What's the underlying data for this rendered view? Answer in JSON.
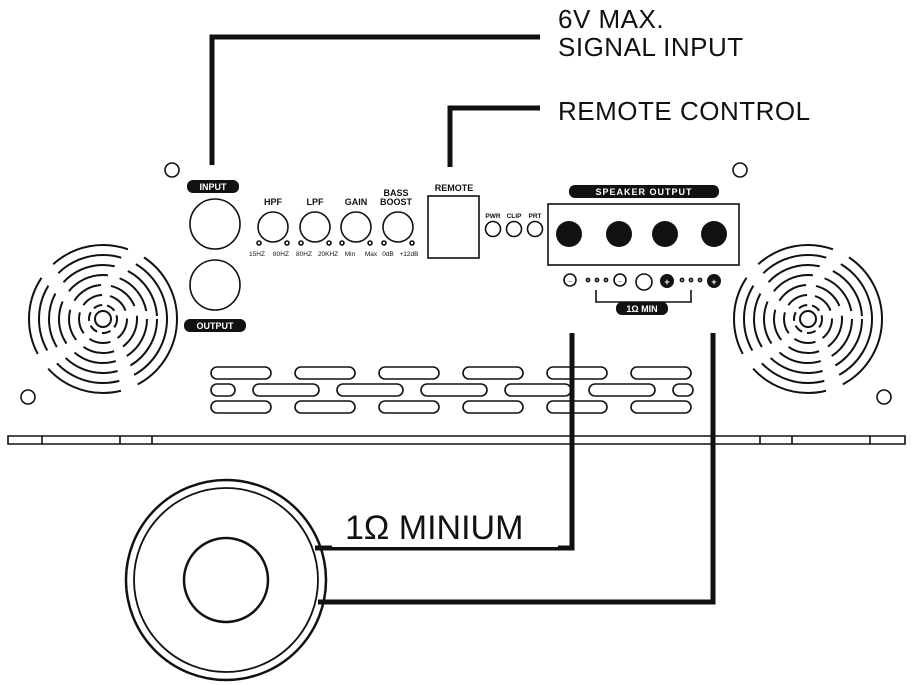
{
  "callouts": {
    "signal_input_line1": "6V MAX.",
    "signal_input_line2": "SIGNAL INPUT",
    "remote_control": "REMOTE CONTROL",
    "speaker_minimum": "1Ω MINIUM"
  },
  "panel": {
    "input": "INPUT",
    "output": "OUTPUT",
    "remote": "REMOTE",
    "speaker_output": "SPEAKER OUTPUT",
    "impedance_badge": "1Ω MIN",
    "knobs": [
      {
        "name": "HPF",
        "min": "15HZ",
        "max": "80HZ"
      },
      {
        "name": "LPF",
        "min": "80HZ",
        "max": "20KHZ"
      },
      {
        "name": "GAIN",
        "min": "Min",
        "max": "Max"
      },
      {
        "name_line1": "BASS",
        "name_line2": "BOOST",
        "min": "0dB",
        "max": "+12dB"
      }
    ],
    "leds": [
      "PWR",
      "CLIP",
      "PRT"
    ],
    "polarity": {
      "minus": "−",
      "plus": "+"
    }
  }
}
